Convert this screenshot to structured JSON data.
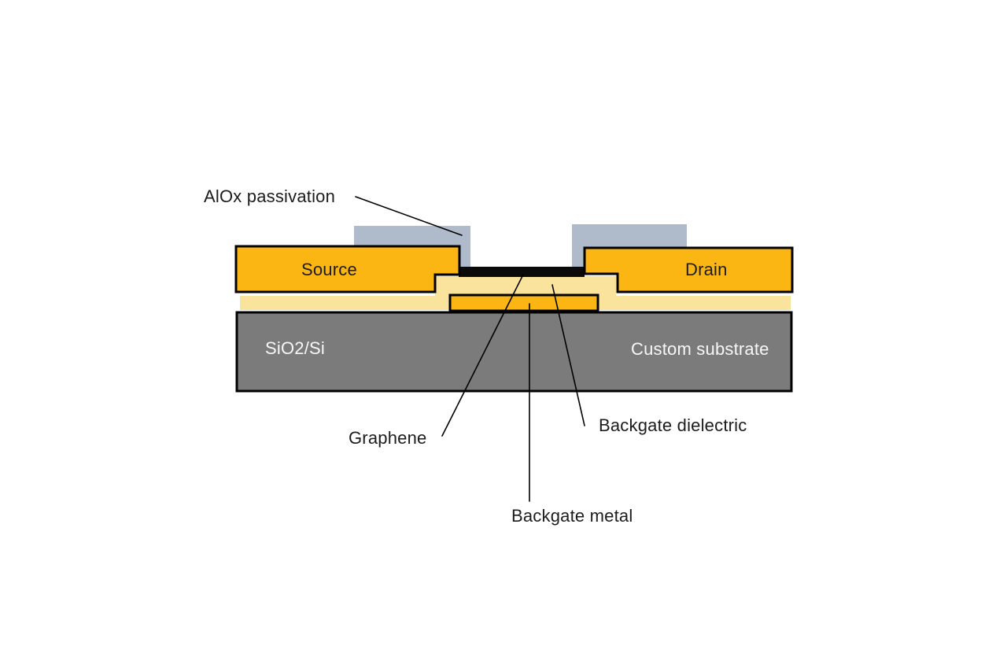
{
  "labels": {
    "alox_passivation": "AlOx passivation",
    "source": "Source",
    "drain": "Drain",
    "sio2_si": "SiO2/Si",
    "custom_substrate": "Custom substrate",
    "graphene": "Graphene",
    "backgate_dielectric": "Backgate dielectric",
    "backgate_metal": "Backgate metal"
  },
  "colors": {
    "contact_orange": "#FCB614",
    "passivation_blue": "#AFBBCB",
    "dielectric_cream": "#FAE39C",
    "substrate_gray": "#7B7B7B",
    "graphene_black": "#0A0A0A",
    "outline": "#000000",
    "label_text": "#1C1C1C",
    "substrate_label_text": "#F7F7F7",
    "background": "#FFFFFF"
  }
}
